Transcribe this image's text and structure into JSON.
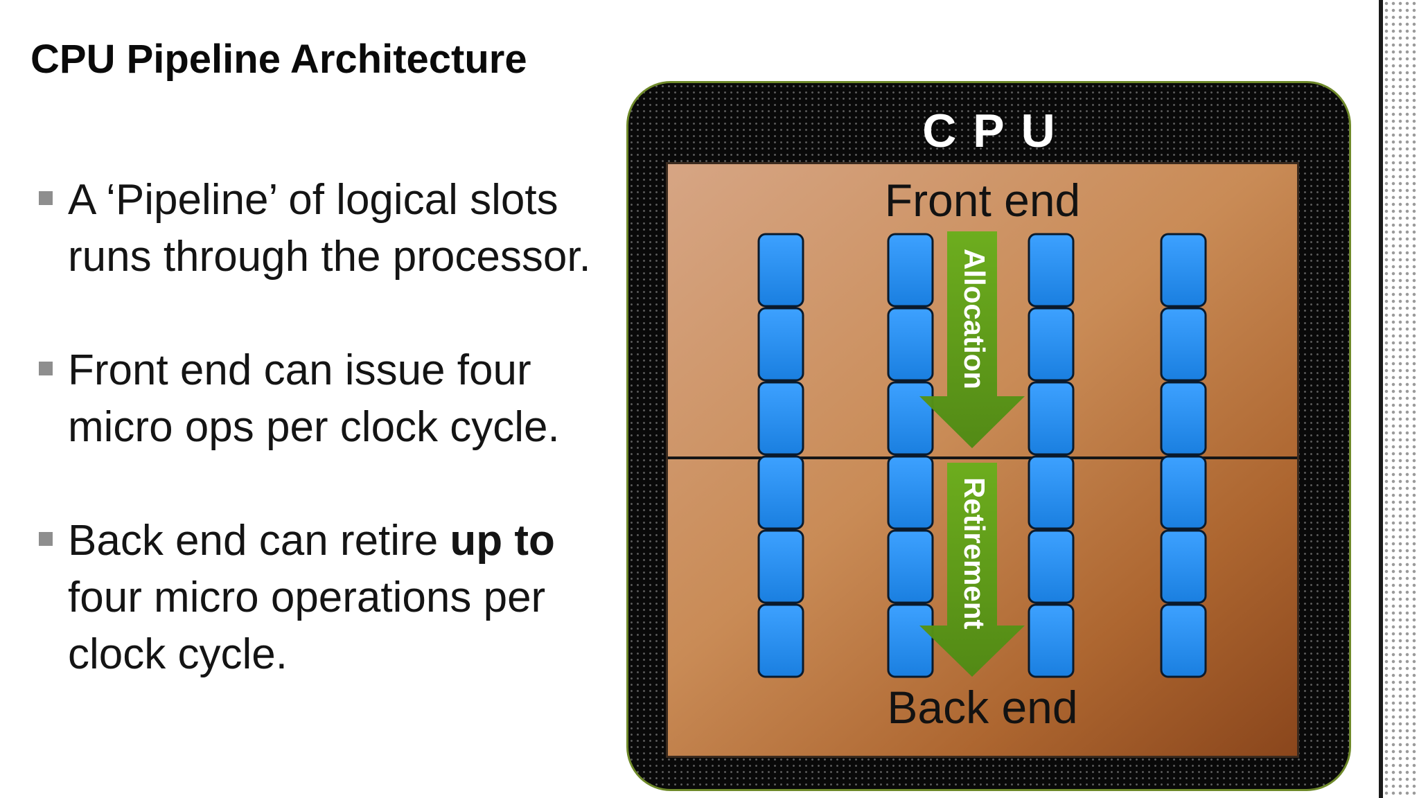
{
  "slide": {
    "title": "CPU Pipeline Architecture",
    "bullets": [
      {
        "lines": [
          "A ‘Pipeline’ of logical slots",
          "runs through the processor."
        ]
      },
      {
        "lines": [
          "Front end can issue four",
          "micro ops per clock cycle."
        ]
      },
      {
        "lines": [
          "Back end can retire ",
          "up to",
          "four micro operations per",
          "clock cycle."
        ]
      }
    ]
  },
  "diagram": {
    "cpu_label": "CPU",
    "front_end_label": "Front end",
    "back_end_label": "Back end",
    "allocation_label": "Allocation",
    "retirement_label": "Retirement",
    "slot_columns": 4,
    "slots_per_column": 6,
    "colors": {
      "slot_fill": "#1a7fe0",
      "slot_highlight": "#3da1ff",
      "slot_outline": "#0a1a2c",
      "arrow_green": "#6aae1c",
      "arrow_dark": "#4f8a14",
      "chip_background": "#090909"
    }
  }
}
